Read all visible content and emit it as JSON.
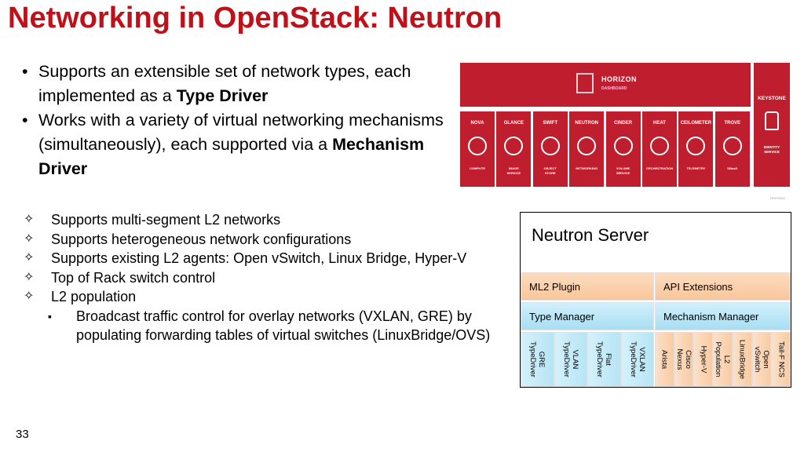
{
  "slide": {
    "title": "Networking in OpenStack: Neutron",
    "page_number": "33",
    "bullets_top": [
      {
        "parts": [
          "Supports an extensible set of network types, each implemented as a ",
          "Type Driver",
          ""
        ]
      },
      {
        "parts": [
          "Works with a variety of virtual networking mechanisms (simultaneously), each supported via a ",
          "Mechanism Driver",
          ""
        ]
      }
    ],
    "bullet_dot": "•",
    "star_glyph": "✧",
    "square_glyph": "▪",
    "list": [
      {
        "text": "Supports multi-segment L2 networks"
      },
      {
        "text": "Supports heterogeneous network configurations"
      },
      {
        "text": "Supports existing L2 agents: Open vSwitch, Linux Bridge, Hyper-V"
      },
      {
        "text": "Top of Rack switch control"
      },
      {
        "text": "L2 population"
      }
    ],
    "sub_list": [
      {
        "text": "Broadcast traffic control for overlay networks (VXLAN, GRE) by populating forwarding tables of virtual switches (LinuxBridge/OVS)"
      }
    ]
  },
  "openstack_diagram": {
    "horizon": {
      "name": "HORIZON",
      "sub": "DASHBOARD"
    },
    "keystone": {
      "name": "KEYSTONE",
      "sub1": "IDENTITY",
      "sub2": "SERVICE"
    },
    "services": [
      {
        "name": "NOVA",
        "sub1": "COMPUTE",
        "sub2": ""
      },
      {
        "name": "GLANCE",
        "sub1": "IMAGE",
        "sub2": "SERVICE"
      },
      {
        "name": "SWIFT",
        "sub1": "OBJECT",
        "sub2": "STORE"
      },
      {
        "name": "NEUTRON",
        "sub1": "NETWORKING",
        "sub2": ""
      },
      {
        "name": "CINDER",
        "sub1": "VOLUME",
        "sub2": "SERVICE"
      },
      {
        "name": "HEAT",
        "sub1": "ORCHESTRATION",
        "sub2": ""
      },
      {
        "name": "CEILOMETER",
        "sub1": "TELEMETRY",
        "sub2": ""
      },
      {
        "name": "TROVE",
        "sub1": "DBaaS",
        "sub2": ""
      }
    ],
    "code": "OP070001",
    "colors": {
      "brand_red": "#be1e2d"
    }
  },
  "neutron_server": {
    "title": "Neutron Server",
    "ml2_plugin": "ML2 Plugin",
    "api_extensions": "API Extensions",
    "type_manager": "Type Manager",
    "mechanism_manager": "Mechanism Manager",
    "type_drivers": [
      {
        "l1": "GRE",
        "l2": "TypeDriver"
      },
      {
        "l1": "VLAN",
        "l2": "TypeDriver"
      },
      {
        "l1": "Flat",
        "l2": "TypeDriver"
      },
      {
        "l1": "VXLAN",
        "l2": "TypeDriver"
      }
    ],
    "mechanism_drivers": [
      {
        "l1": "Arista",
        "l2": ""
      },
      {
        "l1": "Cisco",
        "l2": "Nexus"
      },
      {
        "l1": "Hyper-V",
        "l2": ""
      },
      {
        "l1": "L2",
        "l2": "Population"
      },
      {
        "l1": "LinuxBridge",
        "l2": ""
      },
      {
        "l1": "Open",
        "l2": "vSwitch"
      },
      {
        "l1": "Tail-F NCS",
        "l2": ""
      }
    ],
    "colors": {
      "plugin_fill": "#f9c69a",
      "manager_fill": "#a8def3"
    }
  }
}
